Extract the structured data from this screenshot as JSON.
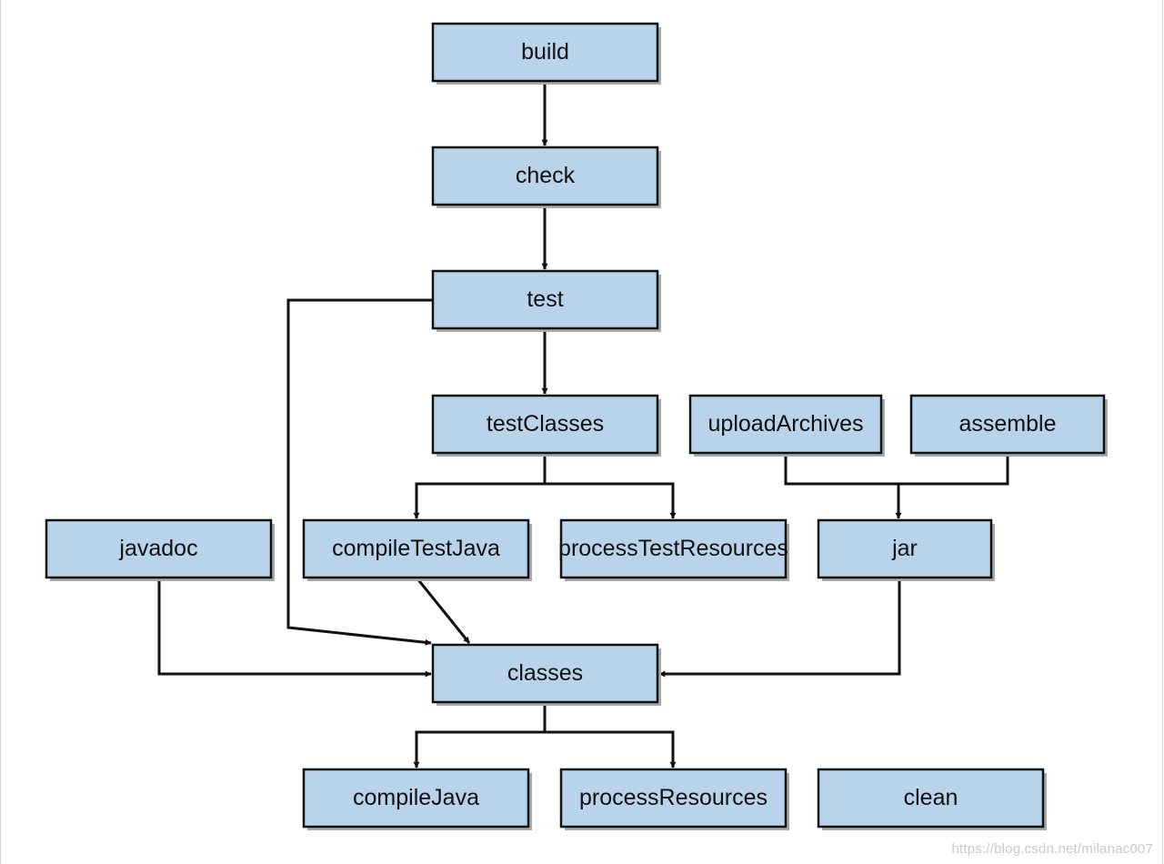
{
  "diagram": {
    "type": "flowchart",
    "colors": {
      "node_fill": "#b8d3ea",
      "node_stroke": "#111111",
      "edge": "#111111",
      "shadow": "#a9a9a9"
    },
    "nodes": {
      "build": "build",
      "check": "check",
      "test": "test",
      "testClasses": "testClasses",
      "uploadArchives": "uploadArchives",
      "assemble": "assemble",
      "javadoc": "javadoc",
      "compileTestJava": "compileTestJava",
      "processTestResources": "processTestResources",
      "jar": "jar",
      "classes": "classes",
      "compileJava": "compileJava",
      "processResources": "processResources",
      "clean": "clean"
    },
    "edges": [
      [
        "build",
        "check"
      ],
      [
        "check",
        "test"
      ],
      [
        "test",
        "testClasses"
      ],
      [
        "test",
        "classes"
      ],
      [
        "testClasses",
        "compileTestJava"
      ],
      [
        "testClasses",
        "processTestResources"
      ],
      [
        "uploadArchives",
        "jar"
      ],
      [
        "assemble",
        "jar"
      ],
      [
        "javadoc",
        "classes"
      ],
      [
        "compileTestJava",
        "classes"
      ],
      [
        "jar",
        "classes"
      ],
      [
        "classes",
        "compileJava"
      ],
      [
        "classes",
        "processResources"
      ]
    ]
  },
  "watermark": "https://blog.csdn.net/milanac007"
}
